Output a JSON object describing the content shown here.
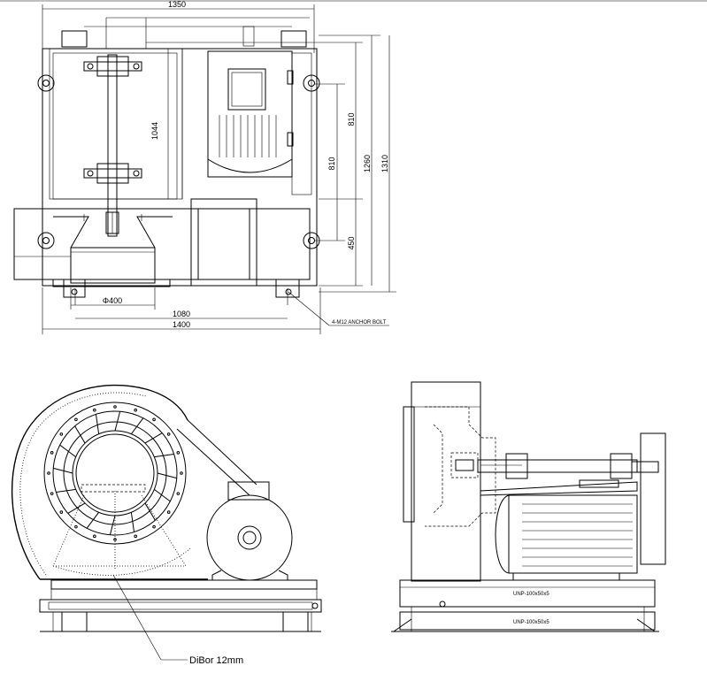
{
  "dimensions": {
    "top_width": "1350",
    "shaft_span": "1044",
    "upper_right": "810",
    "mid_right": "810",
    "height_1260": "1260",
    "height_1310": "1310",
    "base_height": "450",
    "inlet_dia": "Φ400",
    "anchor_span": "1080",
    "overall_width": "1400"
  },
  "notes": {
    "anchor_bolt": "4-M12 ANCHOR BOLT",
    "frame_upper": "UNP-100x50x5",
    "frame_lower": "UNP-100x50x5",
    "dibor": "DiBor 12mm"
  }
}
